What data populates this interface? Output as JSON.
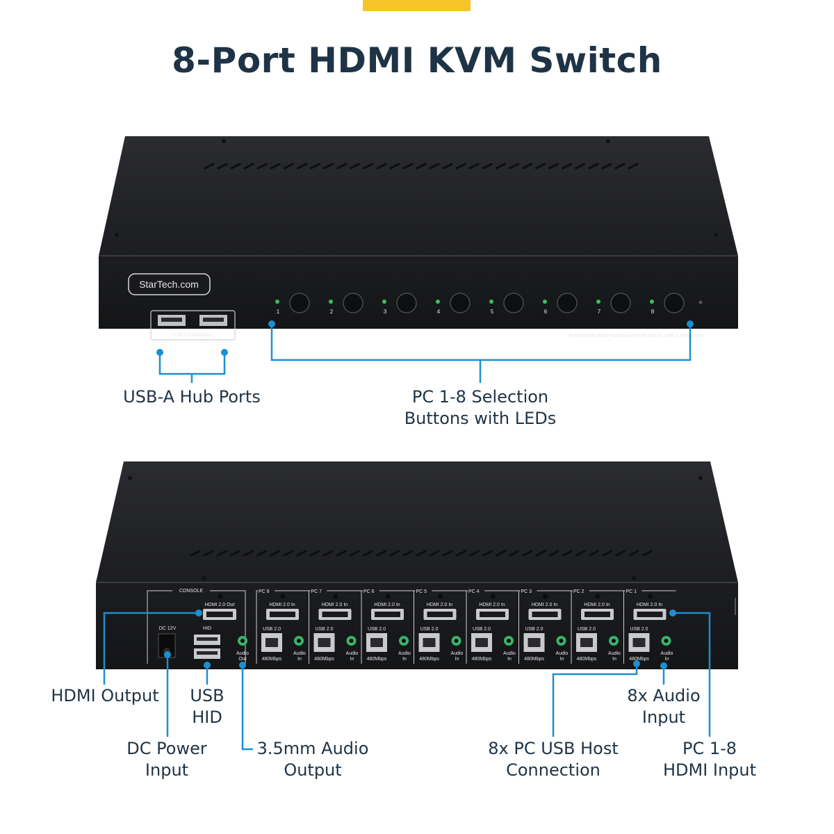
{
  "page": {
    "title": "8-Port HDMI KVM Switch",
    "accent_color": "#f7c42a",
    "text_color": "#1f3346",
    "callout_line_color": "#1b8fd0"
  },
  "front_panel": {
    "brand_logo": "StarTech.com",
    "usb_label": "USB 2.0 480Mbps",
    "model_text": "8-port HDMI 4K60 Rackmount KVM Switch, USB 2.0 Hub port",
    "port_numbers": [
      "1",
      "2",
      "3",
      "4",
      "5",
      "6",
      "7",
      "8"
    ]
  },
  "rear_panel": {
    "console_label": "CONSOLE",
    "hdmi_out_label": "HDMI 2.0 Out",
    "dc_label": "DC 12V",
    "hid_label": "HID",
    "audio_out_label_1": "Audio",
    "audio_out_label_2": "Out",
    "pc_ports": [
      {
        "name": "PC 8"
      },
      {
        "name": "PC 7"
      },
      {
        "name": "PC 6"
      },
      {
        "name": "PC 5"
      },
      {
        "name": "PC 4"
      },
      {
        "name": "PC 3"
      },
      {
        "name": "PC 2"
      },
      {
        "name": "PC 1"
      }
    ],
    "hdmi_in_label": "HDMI 2.0 In",
    "usb_label": "USB 2.0",
    "usb_speed_label": "480Mbps",
    "audio_in_label_1": "Audio",
    "audio_in_label_2": "In"
  },
  "callouts": {
    "usb_a_hub_ports": "USB-A Hub Ports",
    "pc_selection_line1": "PC 1-8 Selection",
    "pc_selection_line2": "Buttons with LEDs",
    "hdmi_output": "HDMI Output",
    "usb_hid_line1": "USB",
    "usb_hid_line2": "HID",
    "dc_power_line1": "DC Power",
    "dc_power_line2": "Input",
    "audio_output_line1": "3.5mm Audio",
    "audio_output_line2": "Output",
    "usb_host_line1": "8x PC USB Host",
    "usb_host_line2": "Connection",
    "audio_input_line1": "8x Audio",
    "audio_input_line2": "Input",
    "hdmi_input_line1": "PC 1-8",
    "hdmi_input_line2": "HDMI Input"
  }
}
